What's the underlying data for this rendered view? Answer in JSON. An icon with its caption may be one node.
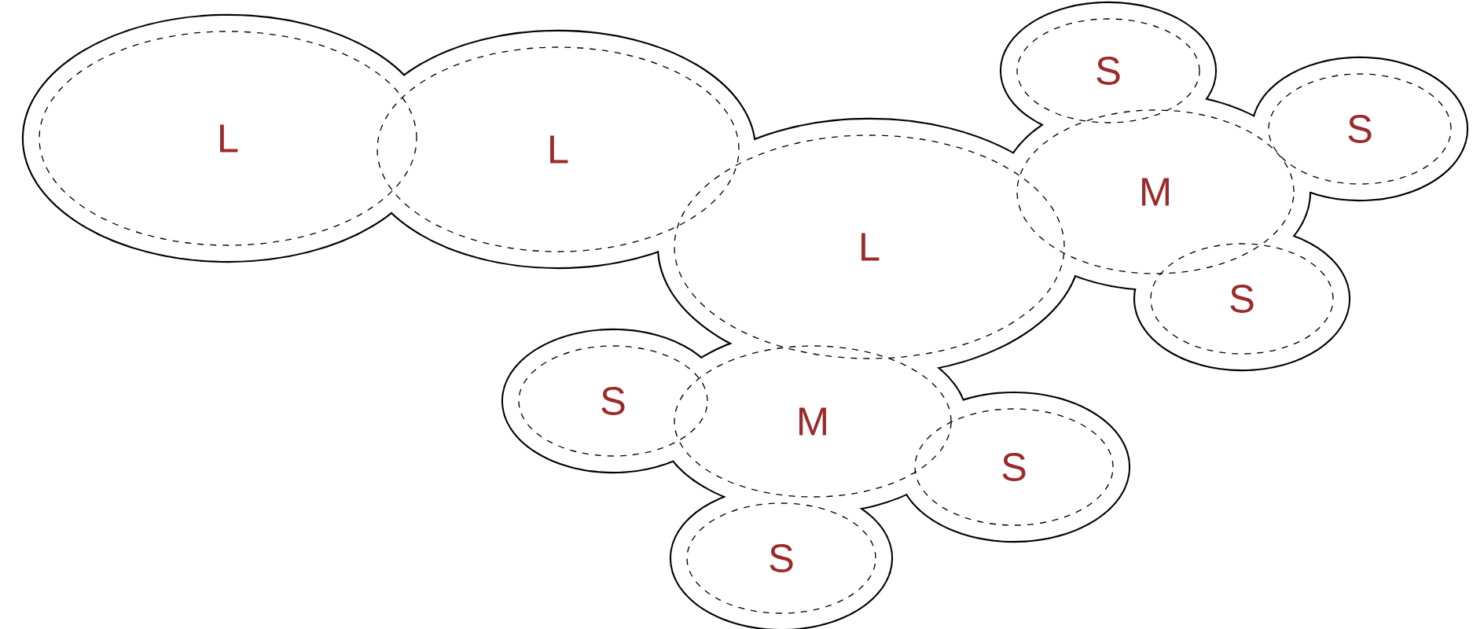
{
  "diagram": {
    "nodes": [
      {
        "text": [
          "L"
        ]
      },
      {
        "text": [
          "L"
        ]
      },
      {
        "text": [
          "S"
        ]
      },
      {
        "text": [
          "S"
        ]
      },
      {
        "text": [
          "M"
        ]
      },
      {
        "text": [
          "L"
        ]
      },
      {
        "text": [
          "S"
        ]
      },
      {
        "text": [
          "S"
        ]
      },
      {
        "text": [
          "M"
        ]
      },
      {
        "text": [
          "S"
        ]
      },
      {
        "text": [
          "S"
        ]
      }
    ]
  }
}
